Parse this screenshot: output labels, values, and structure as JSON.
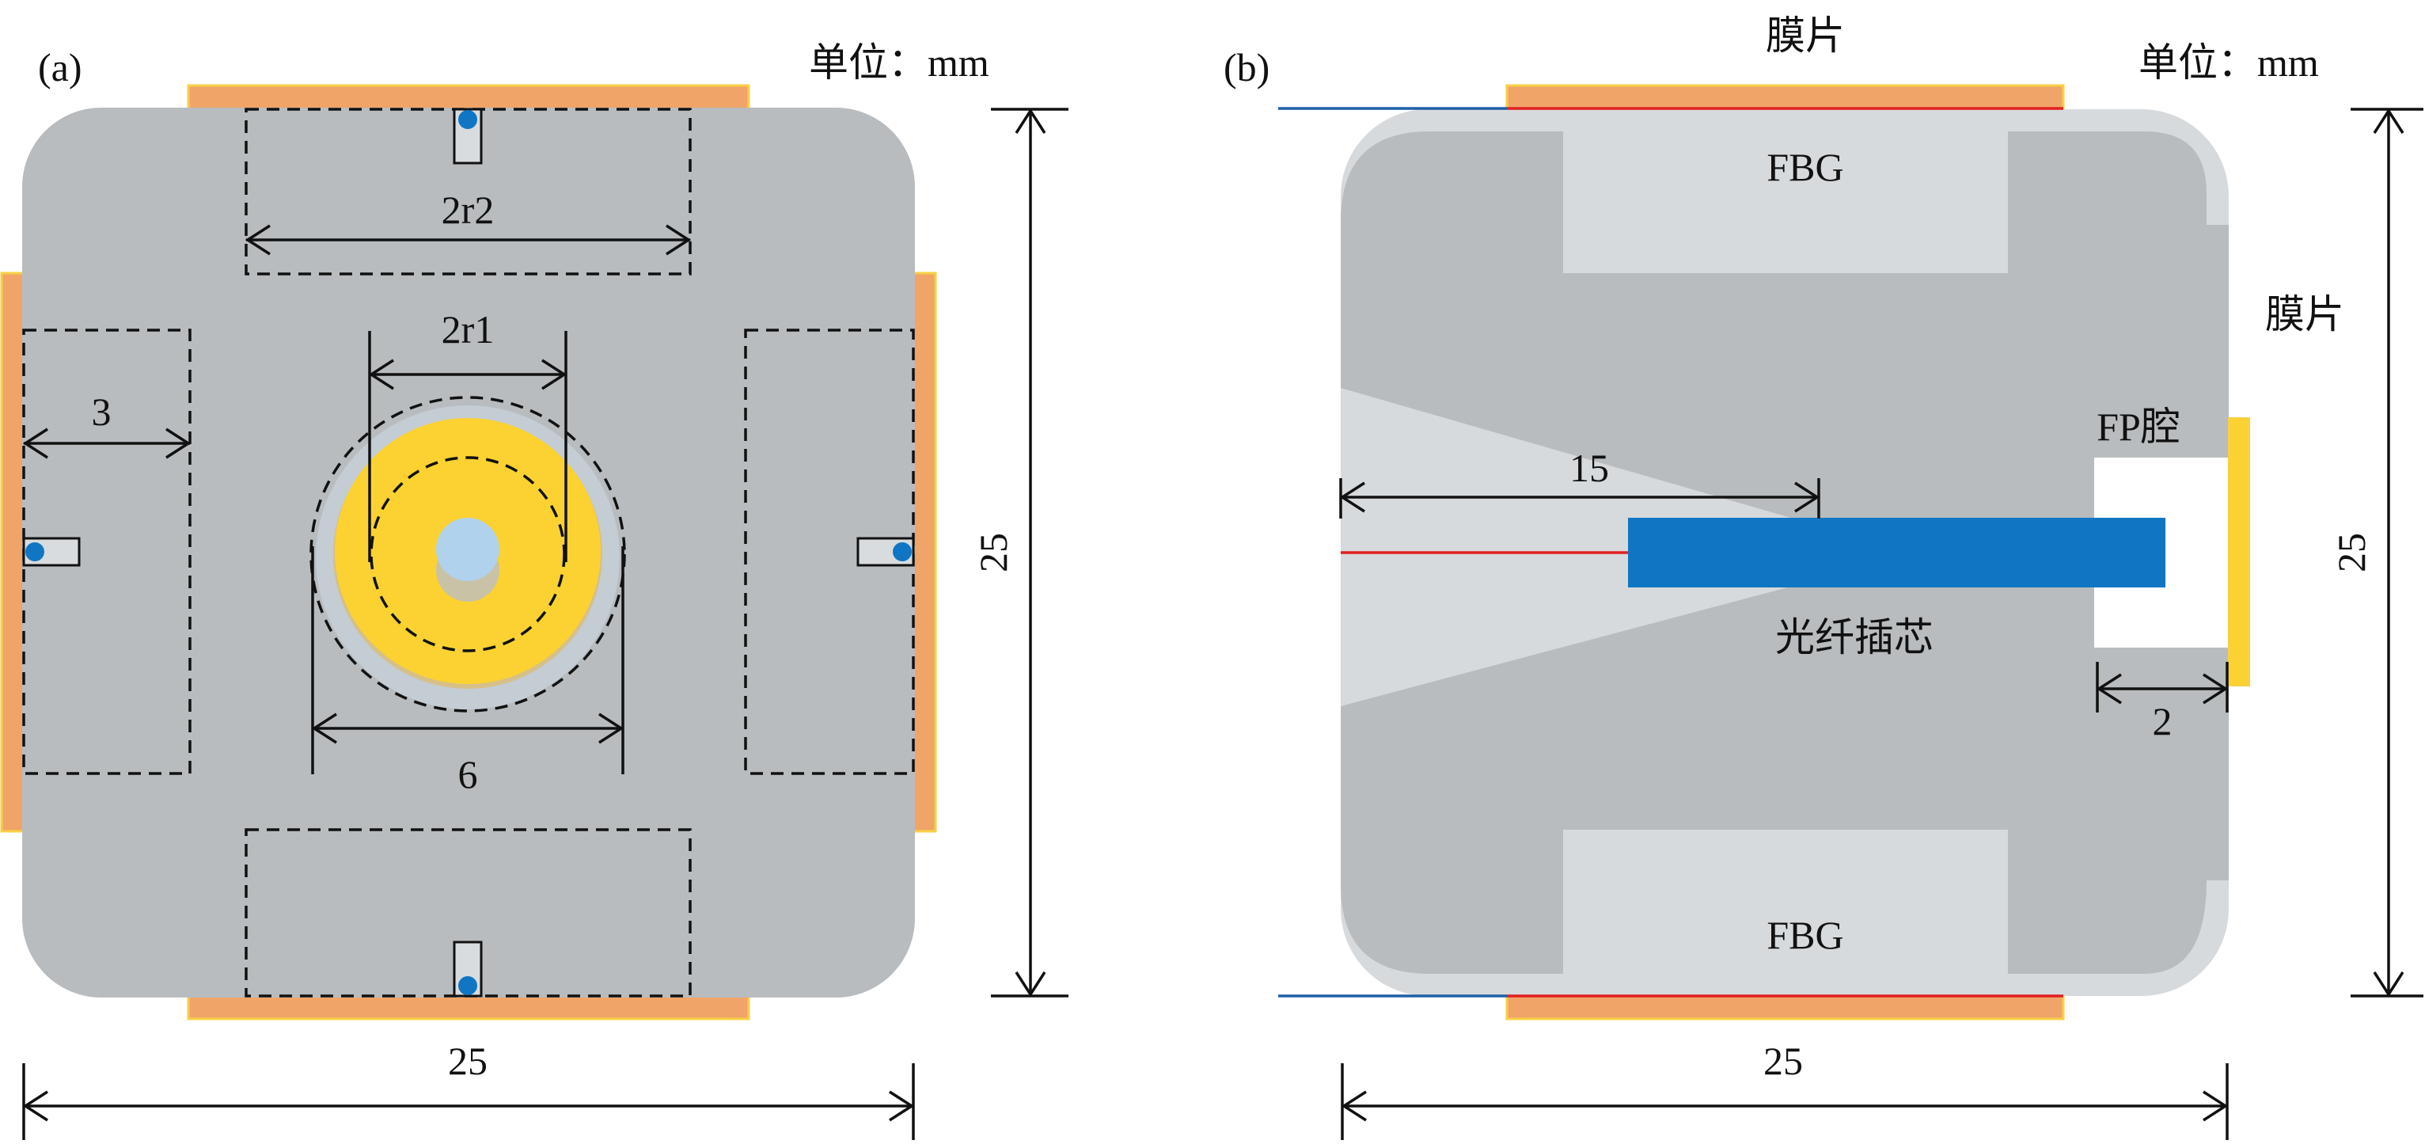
{
  "panel_a": {
    "label": "(a)",
    "unit": "单位：mm",
    "dims": {
      "d_2r2": "2r2",
      "d_2r1": "2r1",
      "d_3": "3",
      "d_6": "6",
      "width": "25",
      "height": "25"
    }
  },
  "panel_b": {
    "label": "(b)",
    "unit": "单位：mm",
    "labels": {
      "membrane_top": "膜片",
      "membrane_right": "膜片",
      "fbg_top": "FBG",
      "fbg_bottom": "FBG",
      "fp_cavity": "FP腔",
      "ferrule": "光纤插芯"
    },
    "dims": {
      "d_15": "15",
      "d_2": "2",
      "width": "25",
      "height": "25"
    }
  },
  "colors": {
    "body_gray": "#b8bcbf",
    "body_light": "#d7dadc",
    "membrane_orange": "#f0a468",
    "membrane_edge": "#f7d046",
    "gold": "#fbd232",
    "ferrule_blue": "#1076c4",
    "center_blue": "#b0d2ec",
    "fiber_red": "#e02020",
    "fiber_blue": "#1e5fa8"
  }
}
